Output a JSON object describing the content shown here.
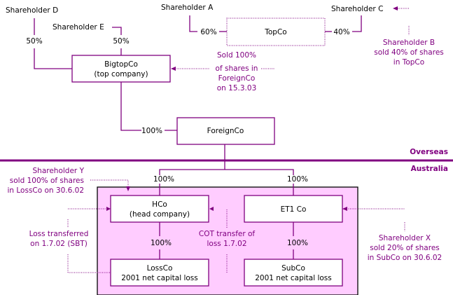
{
  "colors": {
    "accent": "#800080",
    "group_fill": "#ffccff",
    "text": "#000000"
  },
  "regions": {
    "overseas": "Overseas",
    "australia": "Australia"
  },
  "shareholders": {
    "a": "Shareholder A",
    "c": "Shareholder C",
    "d": "Shareholder D",
    "e": "Shareholder E"
  },
  "entities": {
    "topco": {
      "line1": "TopCo"
    },
    "bigtopco": {
      "line1": "BigtopCo",
      "line2": "(top company)"
    },
    "foreignco": {
      "line1": "ForeignCo"
    },
    "hco": {
      "line1": "HCo",
      "line2": "(head company)"
    },
    "et1co": {
      "line1": "ET1 Co"
    },
    "lossco": {
      "line1": "LossCo",
      "line2": "2001 net capital loss"
    },
    "subco": {
      "line1": "SubCo",
      "line2": "2001 net capital loss"
    }
  },
  "ownership": {
    "d_bigtop": "50%",
    "e_bigtop": "50%",
    "a_topco": "60%",
    "c_topco": "40%",
    "bigtop_foreign": "100%",
    "foreign_hco": "100%",
    "foreign_et1": "100%",
    "hco_lossco": "100%",
    "et1_subco": "100%"
  },
  "annotations": {
    "sold_foreignco": [
      "Sold 100%",
      "of shares in",
      "ForeignCo",
      "on 15.3.03"
    ],
    "shareholder_b": [
      "Shareholder B",
      "sold 40% of shares",
      "in TopCo"
    ],
    "shareholder_y": [
      "Shareholder Y",
      "sold 100% of shares",
      "in LossCo on 30.6.02"
    ],
    "loss_transferred": [
      "Loss transferred",
      "on 1.7.02 (SBT)"
    ],
    "cot_transfer": [
      "COT transfer of",
      "loss 1.7.02"
    ],
    "shareholder_x": [
      "Shareholder X",
      "sold 20% of shares",
      "in SubCo on 30.6.02"
    ]
  }
}
